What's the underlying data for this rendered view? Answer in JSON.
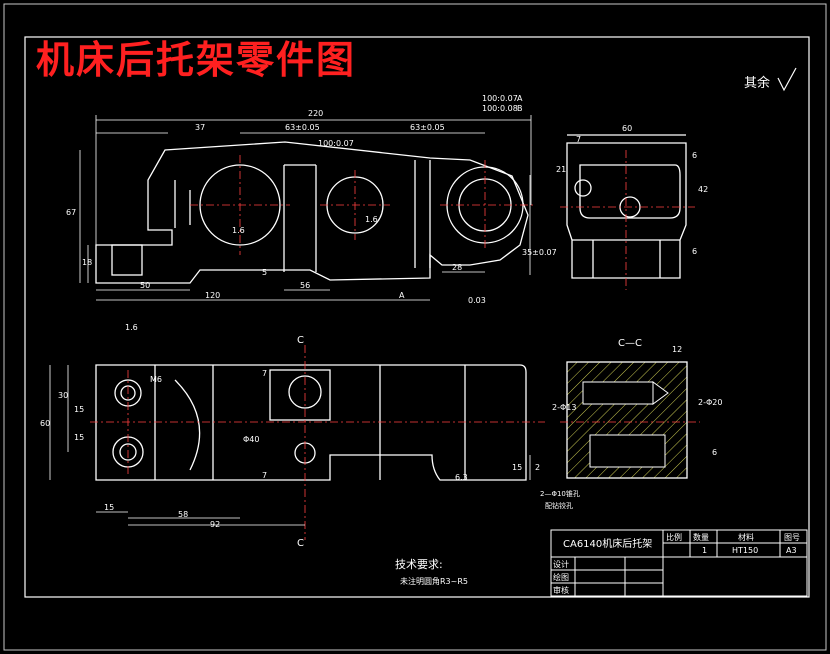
{
  "title": "机床后托架零件图",
  "surface_note": "其余",
  "dimensions": {
    "overall_length": "220",
    "d37": "37",
    "d63a": "63±0.05",
    "d63b": "63±0.05",
    "d67": "67",
    "d18": "18",
    "d50": "50",
    "d120": "120",
    "d56": "56",
    "d28": "28",
    "d5": "5",
    "d35": "35±0.07",
    "tol_top1": "100:0.07",
    "tol_top2": "100:0.08",
    "ref_a": "A",
    "ref_b": "B",
    "tol_mid": "100:0.07",
    "flat": "0.03",
    "rough_16": "1.6",
    "rough_63": "6.3",
    "side_60": "60",
    "side_7": "7",
    "side_42": "42",
    "side_21": "21",
    "side_6a": "6",
    "side_6b": "6",
    "plan_30": "30",
    "plan_60": "60",
    "plan_15a": "15",
    "plan_15b": "15",
    "plan_58": "58",
    "plan_92": "92",
    "plan_15c": "15",
    "plan_2": "2",
    "plan_15d": "15",
    "plan_7a": "7",
    "plan_7b": "7",
    "phi40": "Φ40",
    "hole_m6": "M6",
    "section_cc": "C—C",
    "cut_c": "C",
    "sec_12": "12",
    "sec_phi13": "2-Φ13",
    "sec_phi20": "2-Φ20",
    "sec_6": "6",
    "note_phi10": "2—Φ10锥孔",
    "note_phi10b": "配钻铰孔"
  },
  "title_block": {
    "part_name": "CA6140机床后托架",
    "h_scale": "比例",
    "h_qty": "数量",
    "h_material": "材料",
    "h_sheet": "图号",
    "qty": "1",
    "material": "HT150",
    "sheet": "A3",
    "design": "设计",
    "drawn": "绘图",
    "checked": "审核"
  },
  "tech_req": {
    "heading": "技术要求:",
    "body": "未注明圆角R3~R5"
  }
}
